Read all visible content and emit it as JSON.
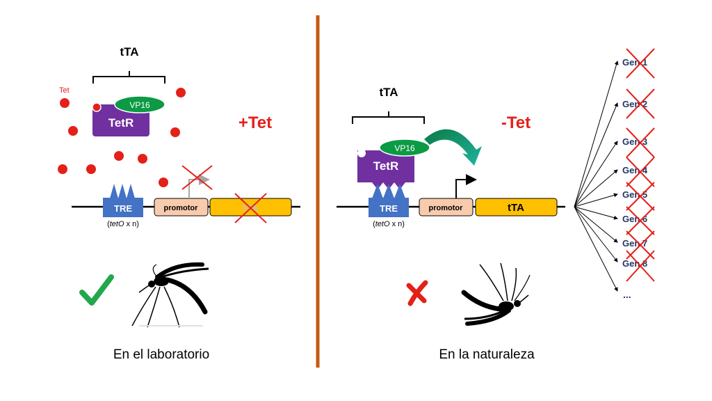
{
  "left": {
    "tta_label": "tTA",
    "tet_label": "Tet",
    "vp16_label": "VP16",
    "tetr_label": "TetR",
    "condition_label": "+Tet",
    "tre_label": "TRE",
    "teto_italic": "tetO",
    "teto_rest": " x n)",
    "promotor_label": "promotor",
    "gene_label": "tTA",
    "caption": "En el laboratorio"
  },
  "right": {
    "tta_label": "tTA",
    "vp16_label": "VP16",
    "tetr_label": "TetR",
    "condition_label": "-Tet",
    "tre_label": "TRE",
    "teto_italic": "tetO",
    "teto_rest": " x n)",
    "promotor_label": "promotor",
    "gene_label": "tTA",
    "genes": [
      "Gen 1",
      "Gen 2",
      "Gen 3",
      "Gen 4",
      "Gen 5",
      "Gen 6",
      "Gen 7",
      "Gen 8"
    ],
    "ellipsis": "...",
    "caption": "En la naturaleza"
  },
  "colors": {
    "red": "#e32119",
    "green": "#0c9a45",
    "purple": "#7030a0",
    "blue": "#4472c4",
    "peach": "#f8cbad",
    "gold": "#ffc000",
    "divider": "#c55a11",
    "navy": "#1f3864",
    "check": "#22a84b"
  }
}
